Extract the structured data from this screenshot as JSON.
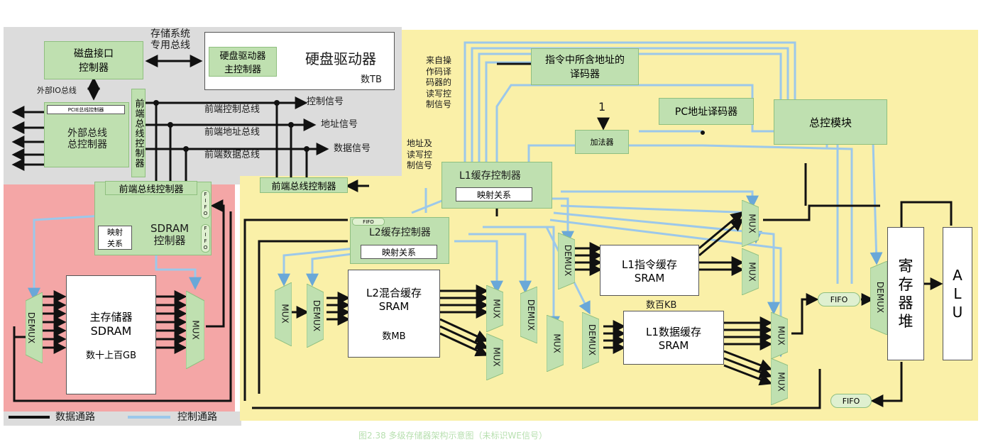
{
  "diagram": {
    "storage_bus": [
      "存储系统",
      "专用总线"
    ],
    "disk_interface": [
      "磁盘接口",
      "控制器"
    ],
    "hdd_main_ctrl": [
      "硬盘驱动器",
      "主控制器"
    ],
    "hdd_title": "硬盘驱动器",
    "hdd_size": "数TB",
    "ext_io_bus": "外部IO总线",
    "pcie_ctrl": "PCIE总线控制器",
    "ext_bus_ctrl": [
      "外部总线",
      "总控制器"
    ],
    "fsb_ctrl_vertical": "前端总线控制器",
    "fsb_ctrl": "前端总线控制器",
    "fsb_ctrl_bus": "前端控制总线",
    "fsb_addr_bus": "前端地址总线",
    "fsb_data_bus": "前端数据总线",
    "control_signal": "控制信号",
    "address_signal": "地址信号",
    "data_signal": "数据信号",
    "fsb_ctrl_mid": "前端总线控制器",
    "mapping": "映射关系",
    "mapping_stacked": [
      "映射",
      "关系"
    ],
    "sdram_ctrl": [
      "SDRAM",
      "控制器"
    ],
    "fifo": "FIFO",
    "main_memory": [
      "主存储器",
      "SDRAM"
    ],
    "main_memory_size": "数十上百GB",
    "demux": "DEMUX",
    "mux": "MUX",
    "from_decoder": [
      "来自操",
      "作码译",
      "码器的",
      "读写控",
      "制信号"
    ],
    "addr_rw": [
      "地址及",
      "读写控",
      "制信号"
    ],
    "instr_addr_decoder": [
      "指令中所含地址的",
      "译码器"
    ],
    "one": "1",
    "adder": "加法器",
    "pc_decoder": "PC地址译码器",
    "master_ctrl": "总控模块",
    "l1_ctrl": "L1缓存控制器",
    "l2_ctrl": "L2缓存控制器",
    "l2_sram": [
      "L2混合缓存",
      "SRAM"
    ],
    "l2_size": "数MB",
    "l1i_sram": [
      "L1指令缓存",
      "SRAM"
    ],
    "l1_size": "数百KB",
    "l1d_sram": [
      "L1数据缓存",
      "SRAM"
    ],
    "regfile": [
      "寄",
      "存",
      "器",
      "堆"
    ],
    "alu": [
      "A",
      "L",
      "U"
    ]
  },
  "legend": {
    "data_path": "数据通路",
    "control_path": "控制通路"
  },
  "caption": "图2.38 多级存储器架构示意图（未标识WE信号）",
  "colors": {
    "gray_region": "#dcdcdc",
    "pink_region": "#f4a6a6",
    "yellow_region": "#faf0a8",
    "green_box": "#bfe0b0",
    "control_line": "#9cc8ea",
    "data_line": "#111111"
  }
}
